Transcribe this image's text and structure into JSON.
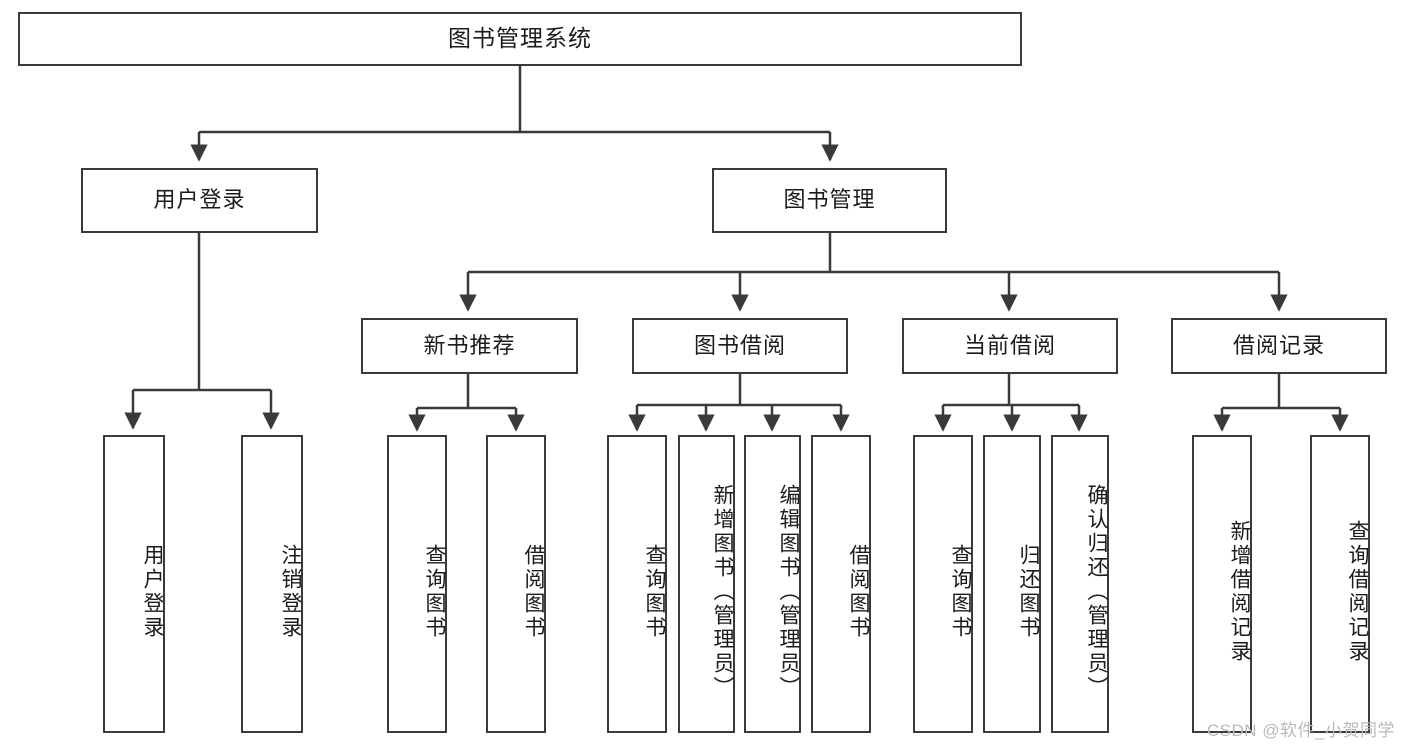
{
  "diagram": {
    "type": "tree-hierarchy",
    "title": "图书管理系统",
    "watermark": "CSDN @软件_小贺同学",
    "colors": {
      "box_border": "#3a3a3a",
      "box_fill": "#ffffff",
      "edge": "#3a3a3a",
      "text": "#1b1b1b",
      "watermark": "#b9b9b9"
    },
    "root": {
      "label": "图书管理系统"
    },
    "level1": [
      {
        "label": "用户登录"
      },
      {
        "label": "图书管理"
      }
    ],
    "level2": [
      {
        "label": "新书推荐"
      },
      {
        "label": "图书借阅"
      },
      {
        "label": "当前借阅"
      },
      {
        "label": "借阅记录"
      }
    ],
    "leaves": {
      "user_login": [
        {
          "label": "用户登录"
        },
        {
          "label": "注销登录"
        }
      ],
      "new_book_recommend": [
        {
          "label": "查询图书"
        },
        {
          "label": "借阅图书"
        }
      ],
      "book_borrow": [
        {
          "label": "查询图书"
        },
        {
          "label": "新增图书（管理员）"
        },
        {
          "label": "编辑图书（管理员）"
        },
        {
          "label": "借阅图书"
        }
      ],
      "current_borrow": [
        {
          "label": "查询图书"
        },
        {
          "label": "归还图书"
        },
        {
          "label": "确认归还（管理员）"
        }
      ],
      "borrow_record": [
        {
          "label": "新增借阅记录"
        },
        {
          "label": "查询借阅记录"
        }
      ]
    }
  }
}
